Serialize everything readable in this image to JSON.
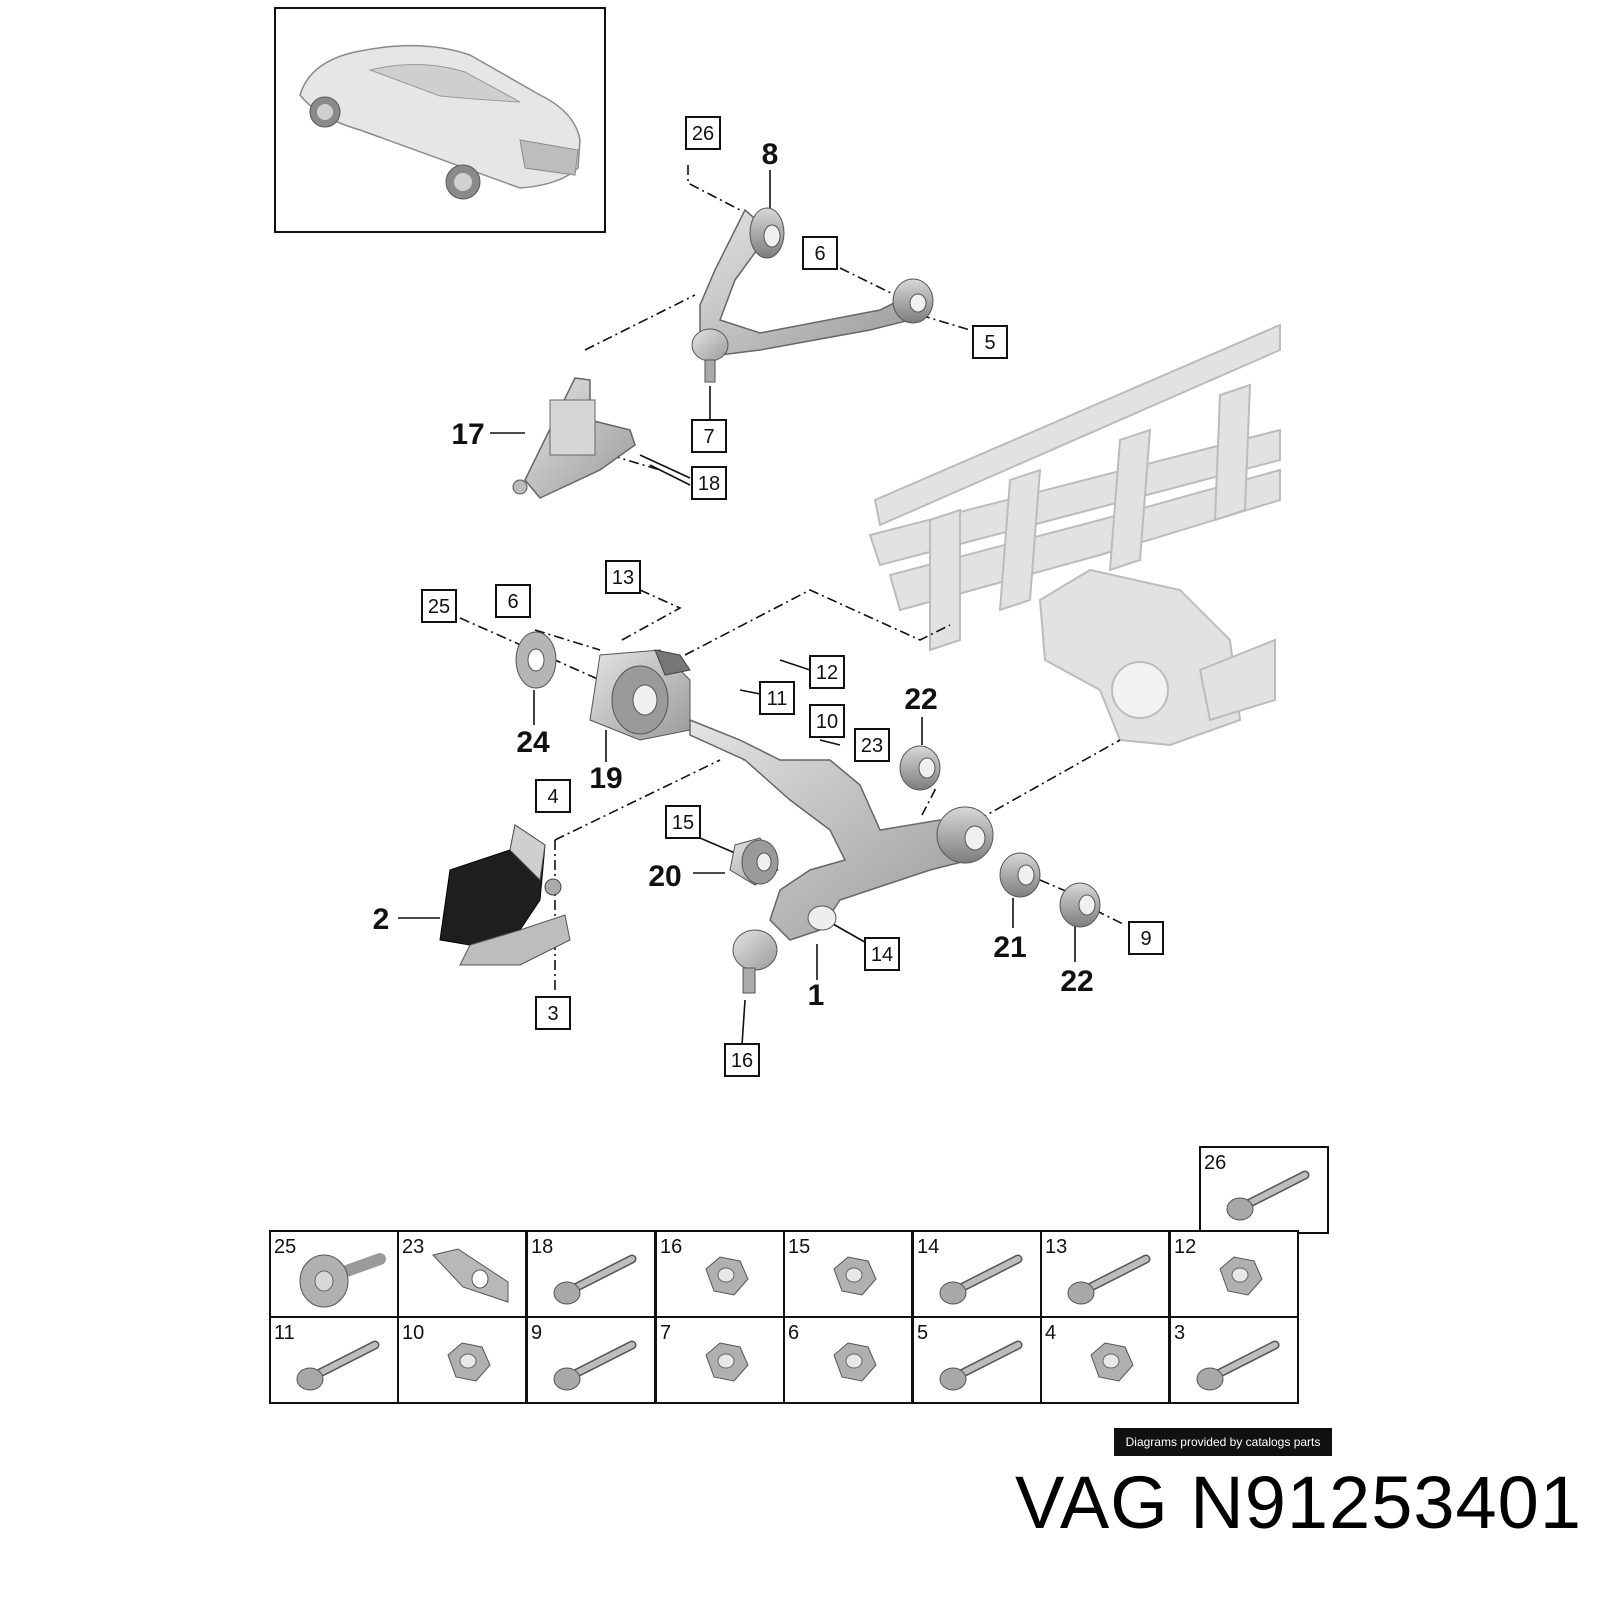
{
  "callouts": [
    {
      "label": "26",
      "boxed": true
    },
    {
      "label": "8",
      "boxed": false
    },
    {
      "label": "6",
      "boxed": true
    },
    {
      "label": "5",
      "boxed": true
    },
    {
      "label": "7",
      "boxed": true
    },
    {
      "label": "17",
      "boxed": false
    },
    {
      "label": "18",
      "boxed": true
    },
    {
      "label": "13",
      "boxed": true
    },
    {
      "label": "25",
      "boxed": true
    },
    {
      "label": "6",
      "boxed": true
    },
    {
      "label": "12",
      "boxed": true
    },
    {
      "label": "11",
      "boxed": true
    },
    {
      "label": "10",
      "boxed": true
    },
    {
      "label": "23",
      "boxed": true
    },
    {
      "label": "22",
      "boxed": false
    },
    {
      "label": "24",
      "boxed": false
    },
    {
      "label": "19",
      "boxed": false
    },
    {
      "label": "4",
      "boxed": true
    },
    {
      "label": "15",
      "boxed": true
    },
    {
      "label": "20",
      "boxed": false
    },
    {
      "label": "2",
      "boxed": false
    },
    {
      "label": "14",
      "boxed": true
    },
    {
      "label": "21",
      "boxed": false
    },
    {
      "label": "9",
      "boxed": true
    },
    {
      "label": "22",
      "boxed": false
    },
    {
      "label": "1",
      "boxed": false
    },
    {
      "label": "3",
      "boxed": true
    },
    {
      "label": "16",
      "boxed": true
    }
  ],
  "parts_grid": [
    {
      "label": "26",
      "part": "bolt"
    },
    {
      "label": "25",
      "part": "eccentric-bolt"
    },
    {
      "label": "23",
      "part": "plate"
    },
    {
      "label": "18",
      "part": "bolt"
    },
    {
      "label": "16",
      "part": "nut"
    },
    {
      "label": "15",
      "part": "nut"
    },
    {
      "label": "14",
      "part": "bolt"
    },
    {
      "label": "13",
      "part": "bolt"
    },
    {
      "label": "12",
      "part": "nut"
    },
    {
      "label": "11",
      "part": "bolt"
    },
    {
      "label": "10",
      "part": "nut"
    },
    {
      "label": "9",
      "part": "bolt"
    },
    {
      "label": "7",
      "part": "nut"
    },
    {
      "label": "6",
      "part": "nut"
    },
    {
      "label": "5",
      "part": "bolt"
    },
    {
      "label": "4",
      "part": "nut"
    },
    {
      "label": "3",
      "part": "bolt"
    }
  ],
  "credit": "Diagrams provided by catalogs parts",
  "caption": "VAG N91253401",
  "colors": {
    "line": "#111111",
    "part_fill": "#c8c8c8",
    "part_dark": "#8a8a8a",
    "frame": "#dcdcdc"
  }
}
